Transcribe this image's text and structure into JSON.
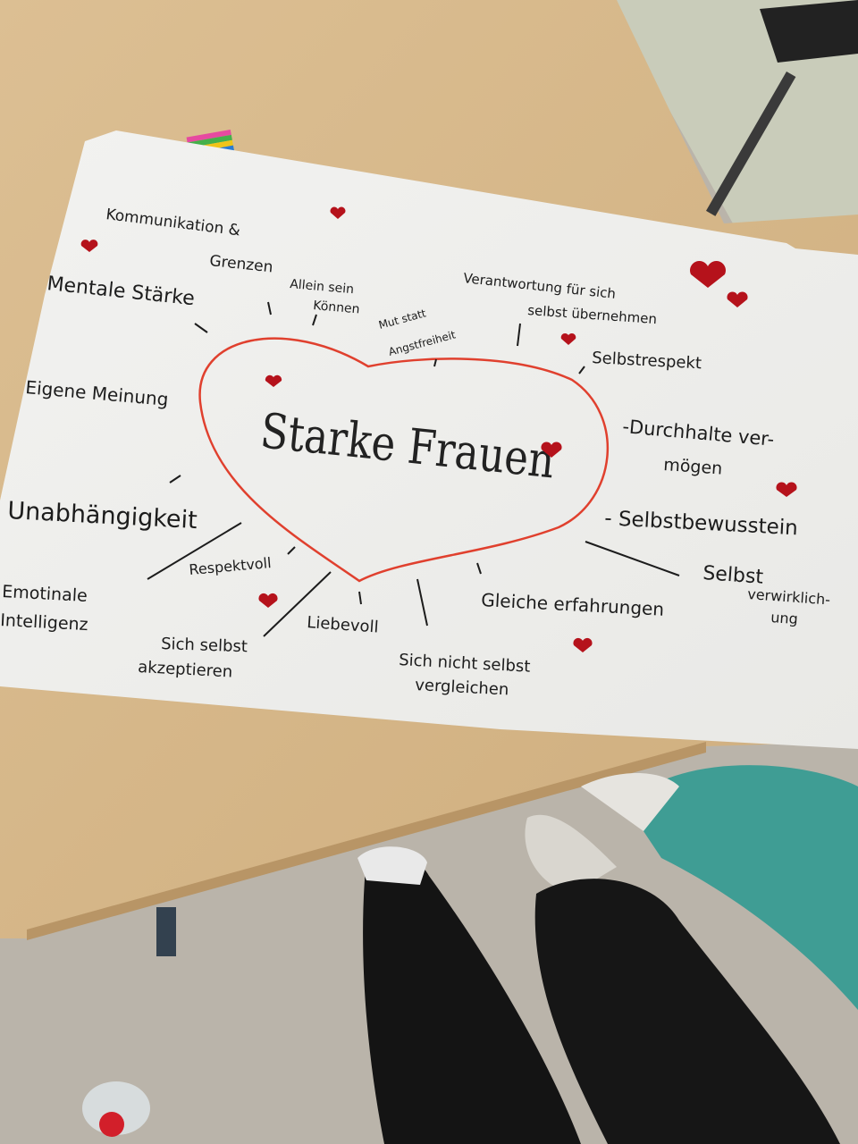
{
  "poster": {
    "title": "Starke Frauen",
    "heart_color": "#e0402e",
    "sticker_color": "#b5121b",
    "phrases": {
      "kommunikation_1": "Kommunikation &",
      "kommunikation_2": "Grenzen",
      "mentale": "Mentale Stärke",
      "allein_1": "Allein sein",
      "allein_2": "Können",
      "mut_1": "Mut statt",
      "mut_2": "Angstfreiheit",
      "verantwortung_1": "Verantwortung für sich",
      "verantwortung_2": "selbst übernehmen",
      "selbstrespekt": "Selbstrespekt",
      "eigene": "Eigene Meinung",
      "durchhalte_1": "-Durchhalte ver-",
      "durchhalte_2": "mögen",
      "unabh": "Unabhängigkeit",
      "selbstbewusstsein": "- Selbstbewusstein",
      "respektvoll": "Respektvoll",
      "selbst_1": "Selbst",
      "selbst_2": "verwirklich-",
      "selbst_3": "ung",
      "emotional_1": "Emotinale",
      "emotional_2": "Intelligenz",
      "gleiche": "Gleiche erfahrungen",
      "liebevoll": "Liebevoll",
      "akzept_1": "Sich selbst",
      "akzept_2": "akzeptieren",
      "vergleich_1": "Sich nicht selbst",
      "vergleich_2": "vergleichen"
    }
  },
  "colors": {
    "table": "#d8b98c",
    "floor": "#b9b3a9",
    "paper": "#f4f4f2"
  }
}
